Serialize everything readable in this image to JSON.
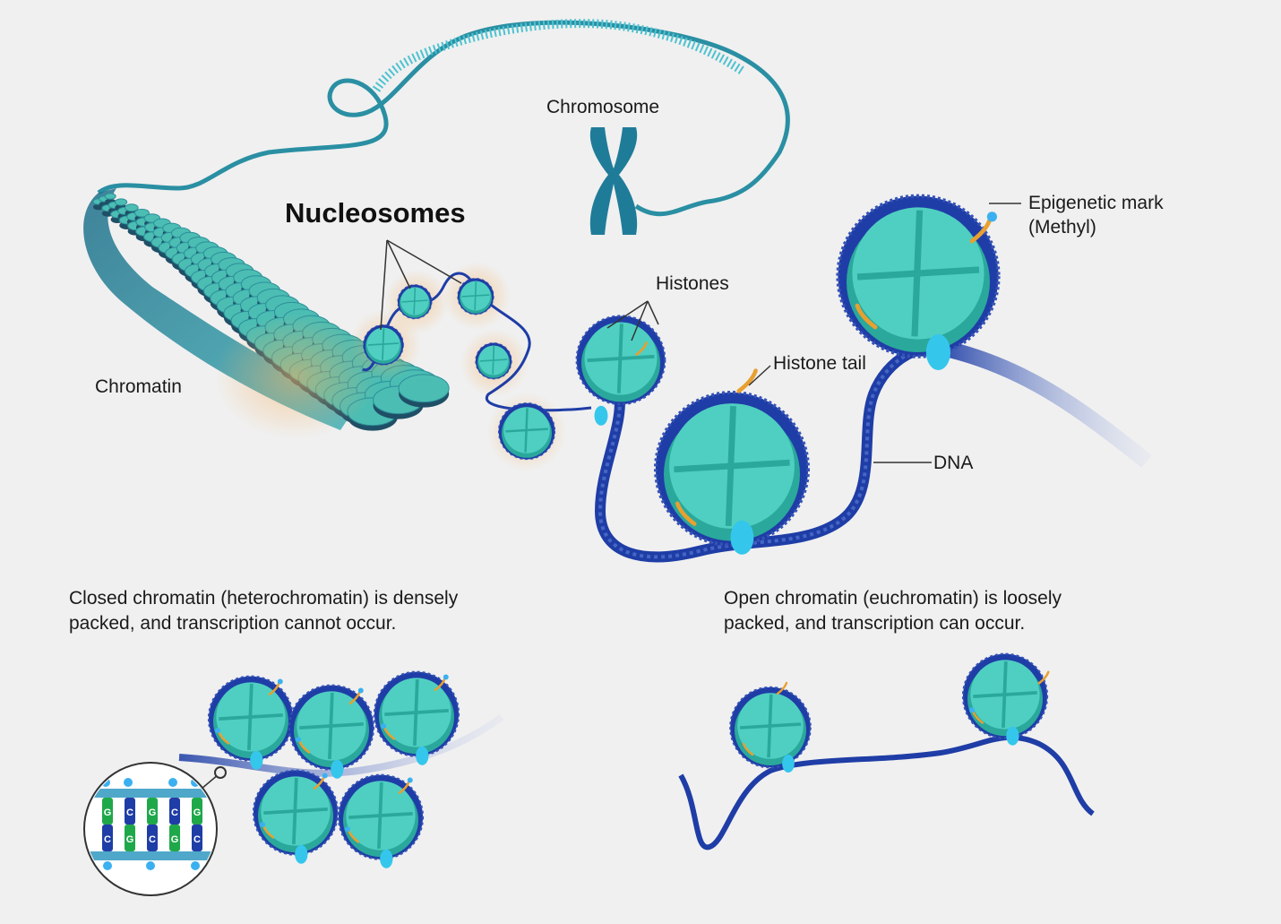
{
  "labels": {
    "chromosome": "Chromosome",
    "nucleosomes": "Nucleosomes",
    "chromatin": "Chromatin",
    "histones": "Histones",
    "epigenetic_mark_line1": "Epigenetic mark",
    "epigenetic_mark_line2": "(Methyl)",
    "histone_tail": "Histone tail",
    "dna": "DNA"
  },
  "captions": {
    "closed_line1": "Closed chromatin (heterochromatin) is densely",
    "closed_line2": "packed, and transcription cannot occur.",
    "open_line1": "Open chromatin (euchromatin) is loosely",
    "open_line2": "packed, and transcription can occur."
  },
  "inset_bases": {
    "top_row": [
      "G",
      "C",
      "G",
      "C",
      "G"
    ],
    "bottom_row": [
      "C",
      "G",
      "C",
      "G",
      "C"
    ]
  },
  "colors": {
    "background": "#f0f0f0",
    "histone": "#4fcfc2",
    "histone_dark": "#2aa89c",
    "dna": "#1f3da6",
    "dna_light": "#6a82c9",
    "tail": "#e8a030",
    "methyl": "#3bb0f0",
    "clamp": "#35c6ec",
    "chromatin_fiber": "#2b8f9a",
    "chromosome": "#1f7c99",
    "glow": "#f4b060"
  }
}
